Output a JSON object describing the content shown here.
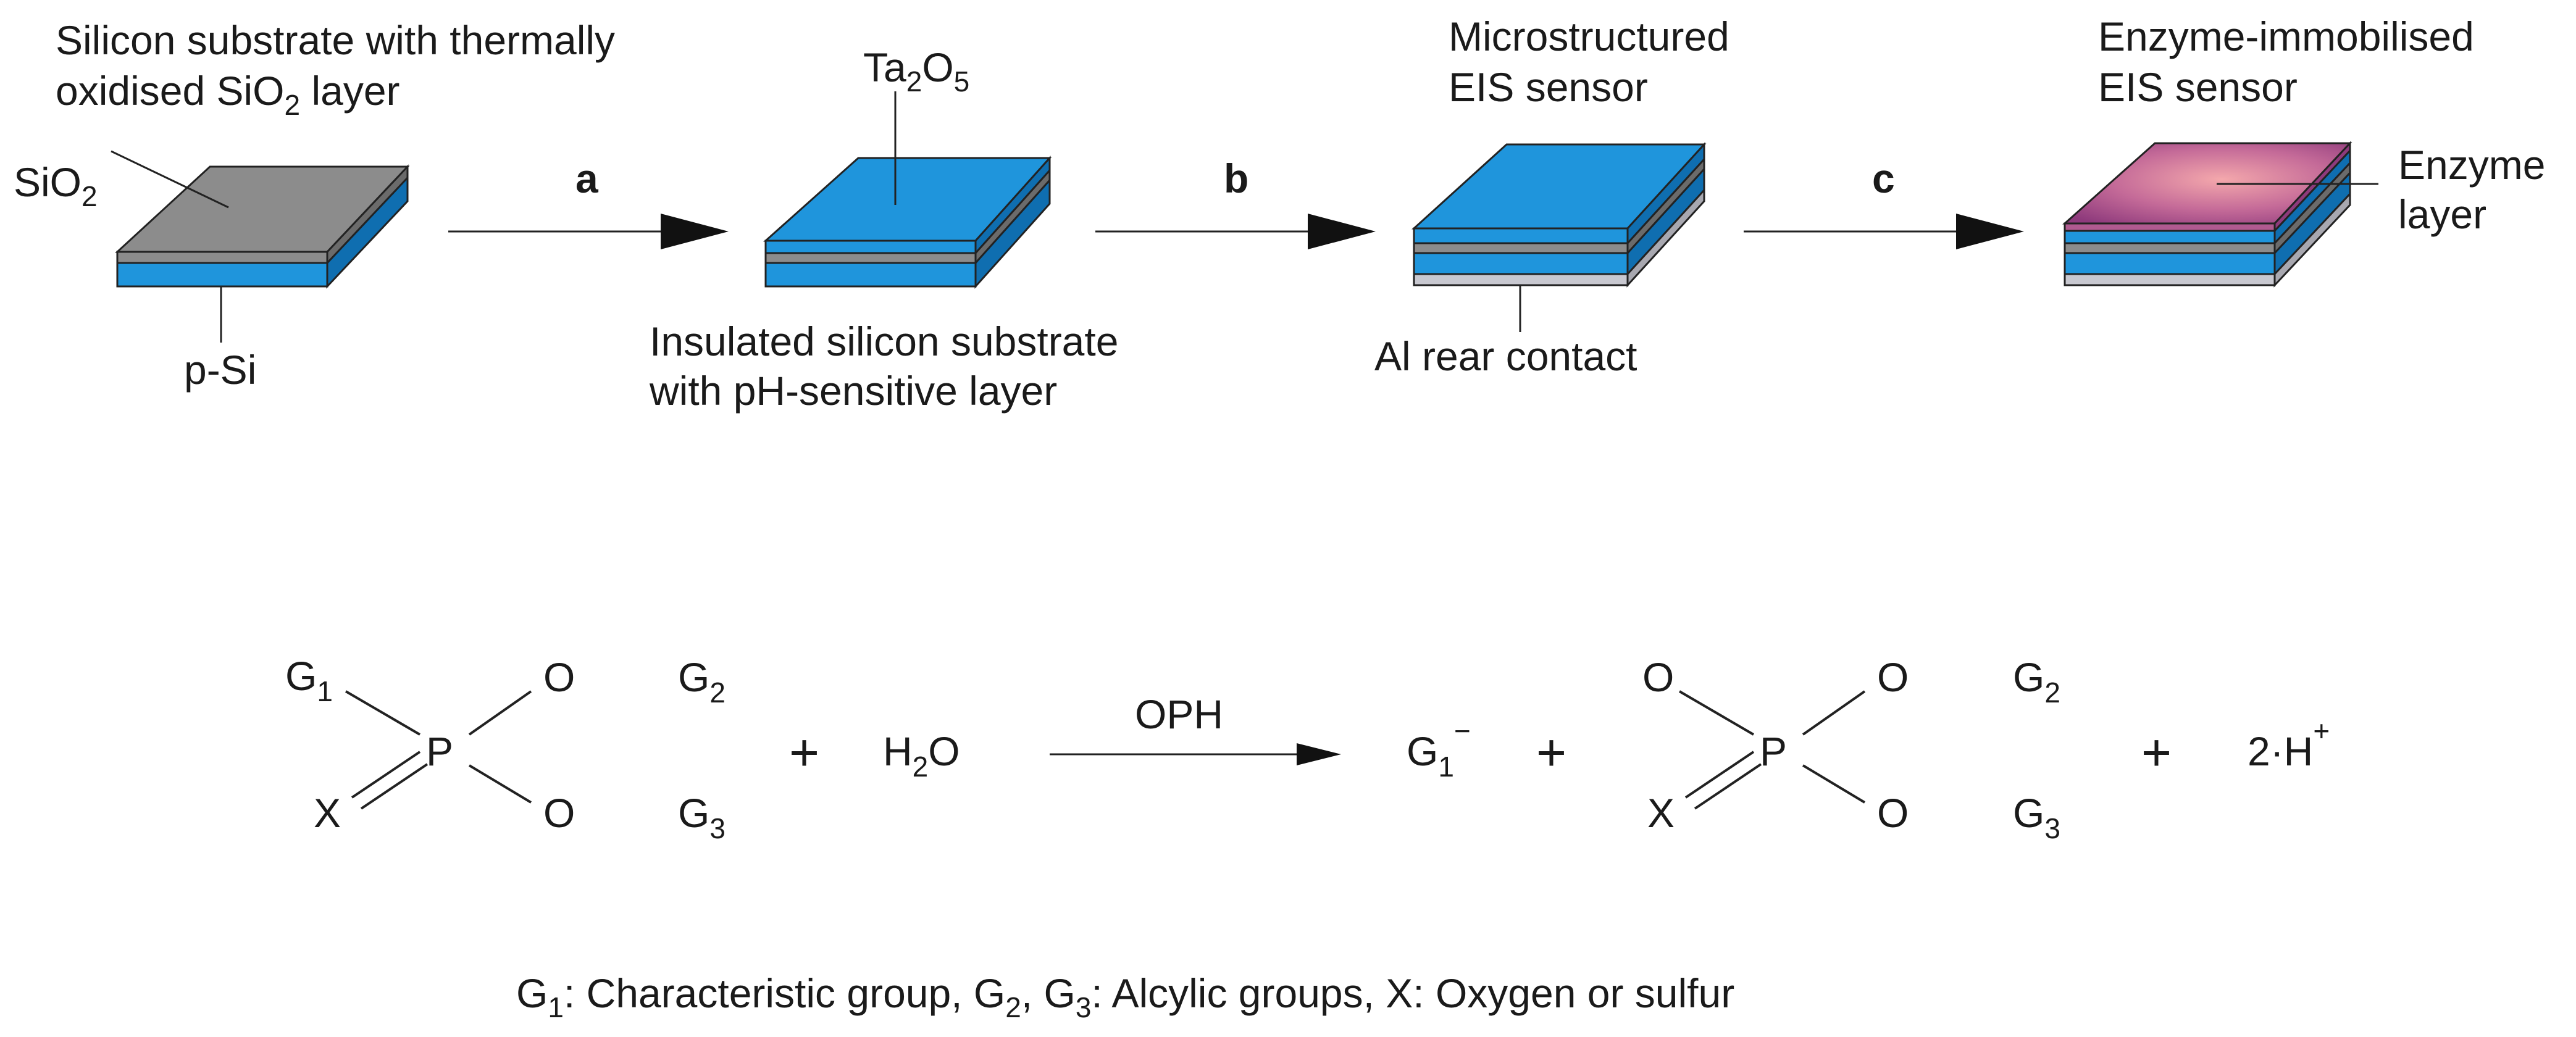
{
  "step1": {
    "caption_line1": "Silicon substrate with thermally",
    "caption_line2_pre": "oxidised SiO",
    "caption_line2_sub": "2",
    "caption_line2_post": " layer",
    "label_sio2_main": "SiO",
    "label_sio2_sub": "2",
    "label_psi": "p-Si"
  },
  "arrow_a": {
    "label": "a"
  },
  "step2": {
    "label_ta_pre": "Ta",
    "label_ta_sub1": "2",
    "label_ta_mid": "O",
    "label_ta_sub2": "5",
    "caption_line1": "Insulated silicon substrate",
    "caption_line2": "with pH-sensitive layer"
  },
  "arrow_b": {
    "label": "b"
  },
  "step3": {
    "caption_line1": "Microstructured",
    "caption_line2": "EIS sensor",
    "label_al": "Al rear contact"
  },
  "arrow_c": {
    "label": "c"
  },
  "step4": {
    "caption_line1": "Enzyme-immobilised",
    "caption_line2": "EIS sensor",
    "label_enzyme_line1": "Enzyme",
    "label_enzyme_line2": "layer"
  },
  "reaction": {
    "g1": "G",
    "g1_sub": "1",
    "p": "P",
    "o": "O",
    "x": "X",
    "g2": "G",
    "g2_sub": "2",
    "g3": "G",
    "g3_sub": "3",
    "plus": "+",
    "water": "H",
    "water_sub": "2",
    "water_o": "O",
    "catalyst": "OPH",
    "g1_minus": "G",
    "g1_minus_sub": "1",
    "g1_minus_sup": "−",
    "protons": "2·H",
    "protons_sup": "+"
  },
  "legend": {
    "g1": "G",
    "g1_sub": "1",
    "part1": ":  Characteristic group, G",
    "g2_sub": "2",
    "part2": ", G",
    "g3_sub": "3",
    "part3": ":   Alcylic groups, X:   Oxygen or sulfur"
  },
  "colors": {
    "blue": "#1f95dc",
    "blue_side": "#0f6eb0",
    "gray": "#8c8c8c",
    "gray_side": "#6b6b6b",
    "silver": "#c8c8d0",
    "enzyme_center": "#f0a0a8",
    "enzyme_edge": "#a04a88"
  }
}
